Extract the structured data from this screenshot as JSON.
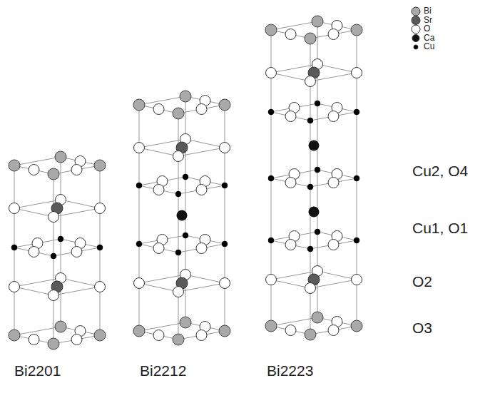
{
  "diagram": {
    "labels": [
      "Cu2, O4",
      "Cu1, O1",
      "O2",
      "O3",
      "Bi2201",
      "Bi2212",
      "Bi2223"
    ],
    "legend": [
      {
        "text": "Bi",
        "color": "#a9a9a9"
      },
      {
        "text": "Sr",
        "color": "#5a5a5a"
      },
      {
        "text": "O",
        "color": "#ffffff"
      },
      {
        "text": "Ca",
        "color": "#111111"
      },
      {
        "text": "Cu",
        "color": "#000000"
      }
    ]
  }
}
